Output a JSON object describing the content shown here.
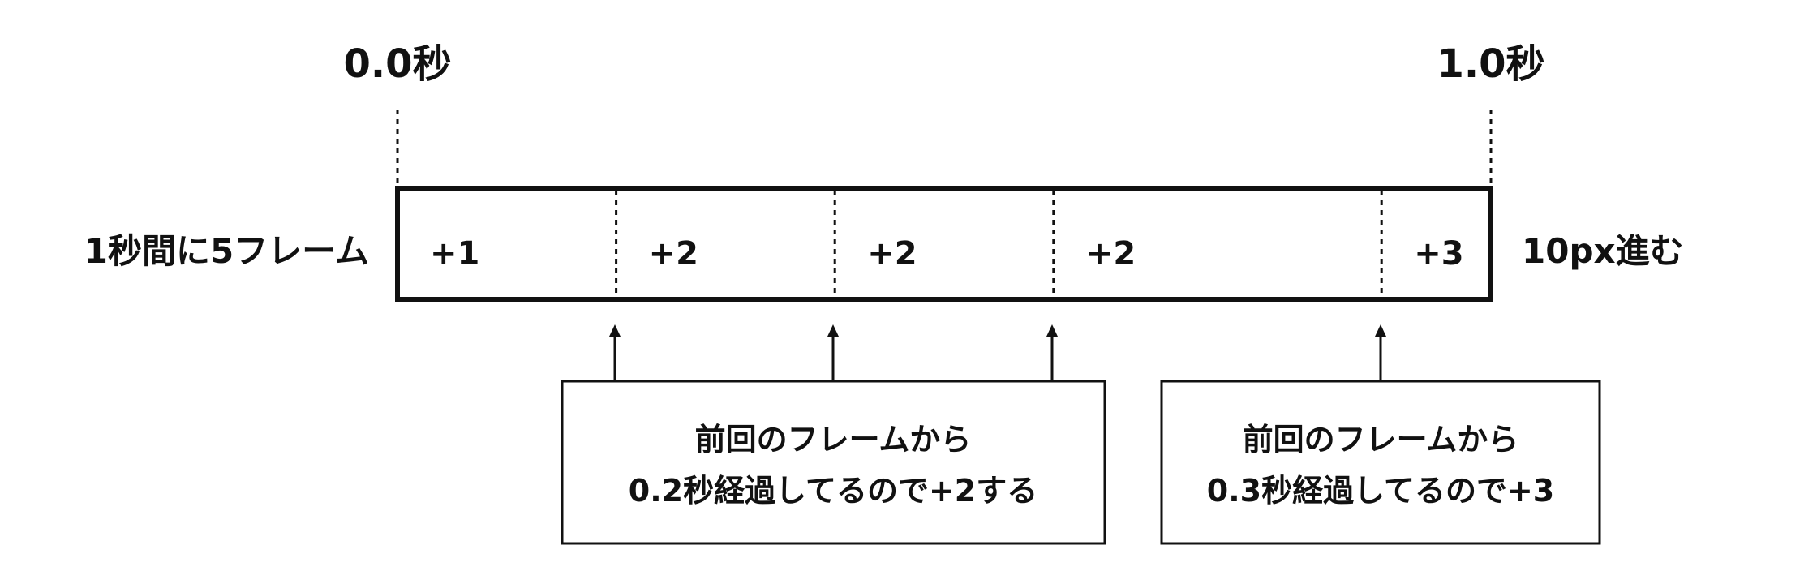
{
  "timeline": {
    "start_label": "0.0秒",
    "end_label": "1.0秒",
    "left_label": "1秒間に5フレーム",
    "right_label": "10px進む",
    "segments": [
      {
        "label": "+1",
        "start": 0.0,
        "end": 0.2
      },
      {
        "label": "+2",
        "start": 0.2,
        "end": 0.4
      },
      {
        "label": "+2",
        "start": 0.4,
        "end": 0.6
      },
      {
        "label": "+2",
        "start": 0.6,
        "end": 0.9
      },
      {
        "label": "+3",
        "start": 0.9,
        "end": 1.0
      }
    ]
  },
  "callouts": [
    {
      "line1": "前回のフレームから",
      "line2": "0.2秒経過してるので+2する"
    },
    {
      "line1": "前回のフレームから",
      "line2": "0.3秒経過してるので+3"
    }
  ]
}
